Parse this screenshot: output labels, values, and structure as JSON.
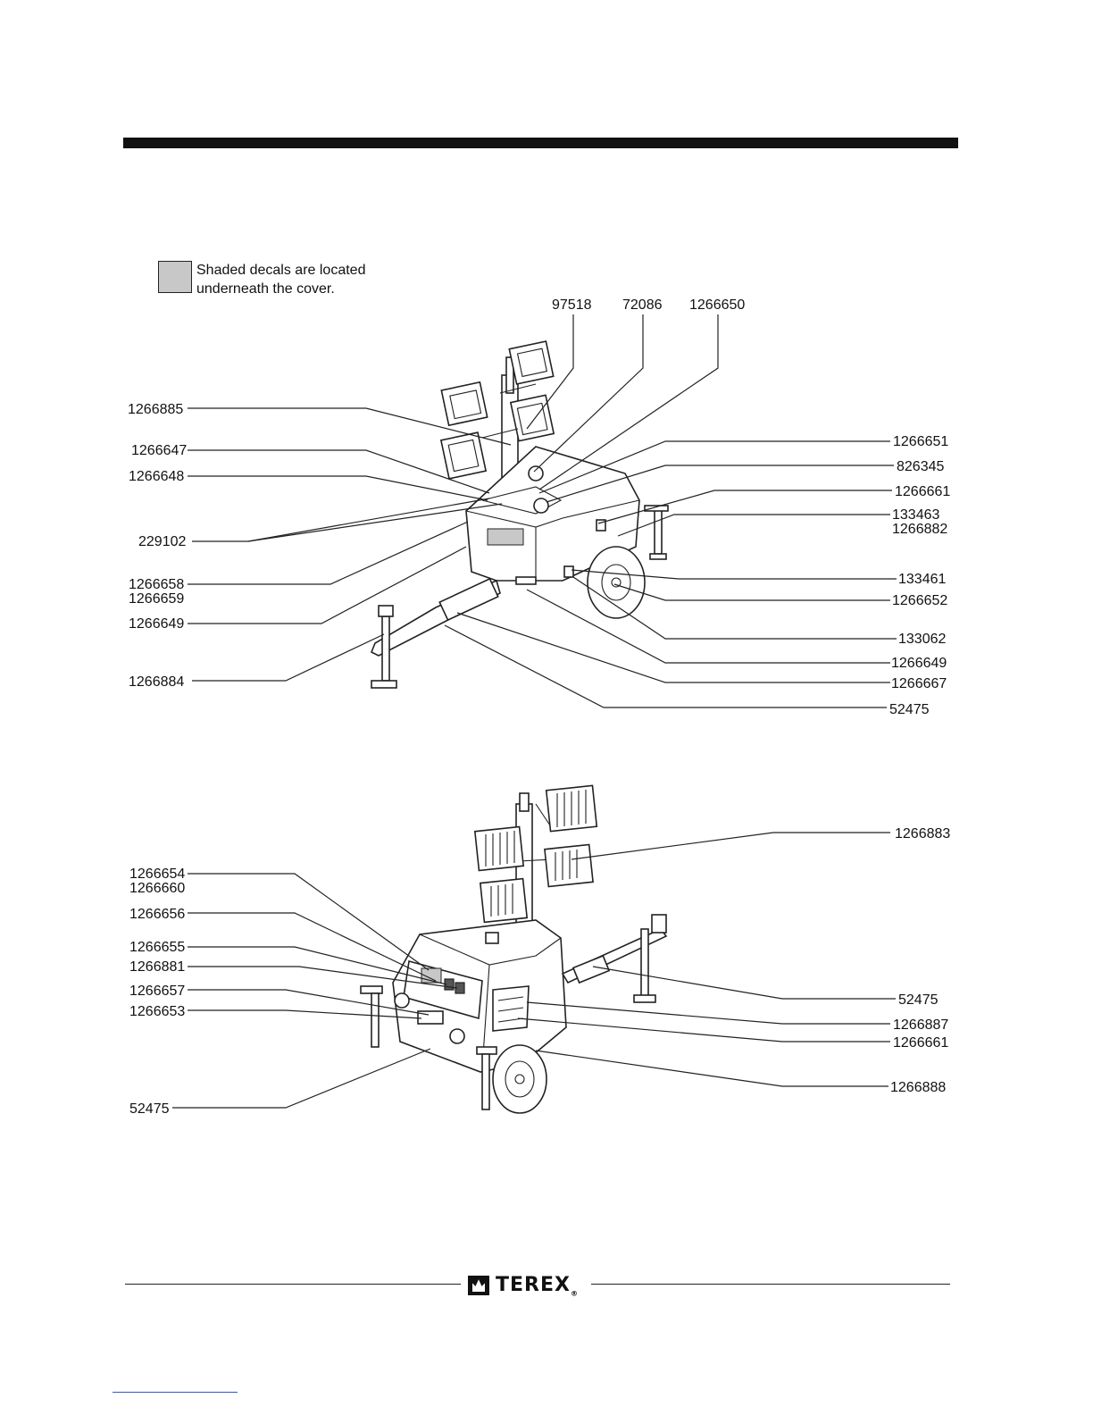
{
  "legend": {
    "text": "Shaded decals are located\nunderneath the cover.",
    "swatch_color": "#c8c8c8"
  },
  "figure1": {
    "callouts": [
      {
        "id": "97518"
      },
      {
        "id": "72086"
      },
      {
        "id": "1266650"
      },
      {
        "id": "1266885"
      },
      {
        "id": "1266647"
      },
      {
        "id": "1266648"
      },
      {
        "id": "229102"
      },
      {
        "id": "1266658\n1266659"
      },
      {
        "id": "1266649"
      },
      {
        "id": "1266884"
      },
      {
        "id": "1266651"
      },
      {
        "id": "826345"
      },
      {
        "id": "1266661"
      },
      {
        "id": "133463\n1266882"
      },
      {
        "id": "133461"
      },
      {
        "id": "1266652"
      },
      {
        "id": "133062"
      },
      {
        "id": "1266649"
      },
      {
        "id": "1266667"
      },
      {
        "id": "52475"
      }
    ]
  },
  "figure2": {
    "callouts": [
      {
        "id": "1266654\n1266660"
      },
      {
        "id": "1266656"
      },
      {
        "id": "1266655"
      },
      {
        "id": "1266881"
      },
      {
        "id": "1266657"
      },
      {
        "id": "1266653"
      },
      {
        "id": "52475"
      },
      {
        "id": "1266883"
      },
      {
        "id": "52475"
      },
      {
        "id": "1266887"
      },
      {
        "id": "1266661"
      },
      {
        "id": "1266888"
      }
    ]
  },
  "footer": {
    "brand": "TEREX",
    "registered": "®"
  }
}
